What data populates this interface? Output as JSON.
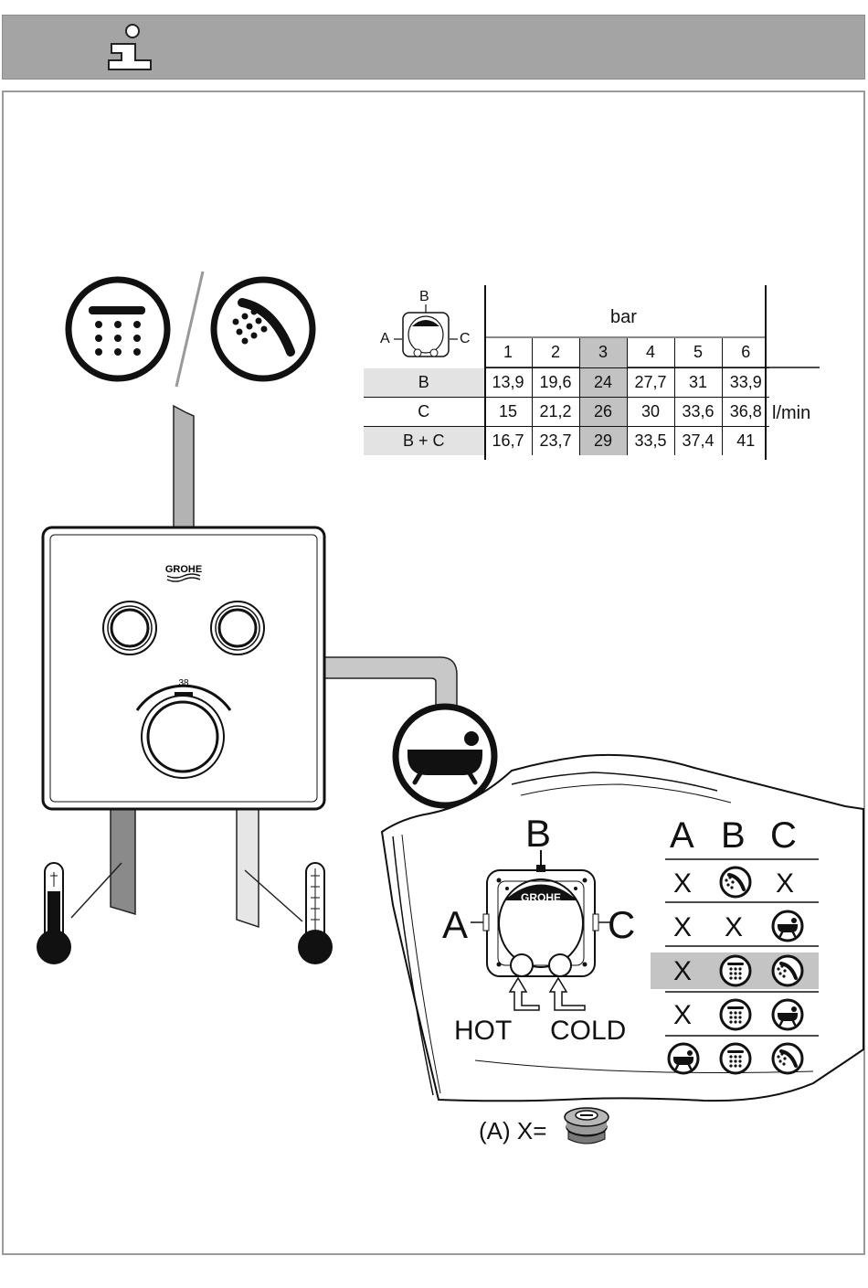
{
  "header": {
    "icon": "info-icon"
  },
  "flow_table": {
    "diagram_labels": {
      "top": "B",
      "left": "A",
      "right": "C"
    },
    "unit_label": "bar",
    "pressures": [
      "1",
      "2",
      "3",
      "4",
      "5",
      "6"
    ],
    "highlight_column": "3",
    "rows": [
      {
        "label": "B",
        "values": [
          "13,9",
          "19,6",
          "24",
          "27,7",
          "31",
          "33,9"
        ]
      },
      {
        "label": "C",
        "values": [
          "15",
          "21,2",
          "26",
          "30",
          "33,6",
          "36,8"
        ]
      },
      {
        "label": "B + C",
        "values": [
          "16,7",
          "23,7",
          "29",
          "33,5",
          "37,4",
          "41"
        ]
      }
    ],
    "flow_unit": "l/min"
  },
  "mixer": {
    "brand": "GROHE",
    "temperature_mark": "38"
  },
  "outlet_diagram": {
    "top_label": "B",
    "left_label": "A",
    "right_label": "C",
    "hot_label": "HOT",
    "cold_label": "COLD",
    "brand": "GROHE"
  },
  "config_grid": {
    "headers": [
      "A",
      "B",
      "C"
    ],
    "rows": [
      [
        "X",
        "hand-shower-icon",
        "X"
      ],
      [
        "X",
        "X",
        "bath-icon"
      ],
      [
        "X",
        "overhead-shower-icon",
        "hand-shower-icon"
      ],
      [
        "X",
        "overhead-shower-icon",
        "bath-icon"
      ],
      [
        "bath-icon",
        "overhead-shower-icon",
        "hand-shower-icon"
      ]
    ],
    "highlight_row": 3
  },
  "plug_note": {
    "label": "(A) X="
  }
}
